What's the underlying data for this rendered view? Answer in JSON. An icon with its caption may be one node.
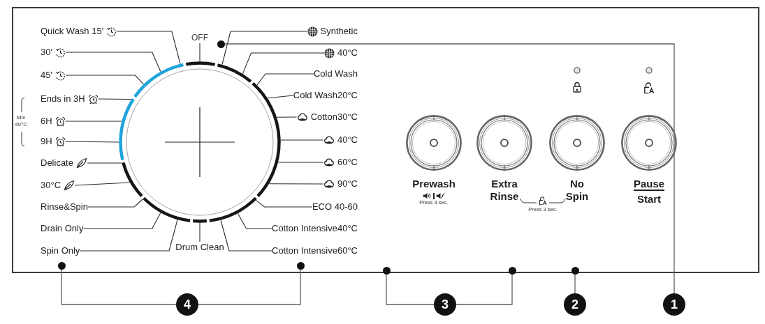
{
  "diagram": {
    "nodes": [
      {
        "text": [
          "Quick Wash 15′"
        ]
      },
      {
        "text": [
          "30′"
        ]
      },
      {
        "text": [
          "45′"
        ]
      },
      {
        "text": [
          "Ends in 3H"
        ]
      },
      {
        "text": [
          "6H"
        ]
      },
      {
        "text": [
          "9H"
        ]
      },
      {
        "text": [
          "Delicate"
        ]
      },
      {
        "text": [
          "30°C"
        ]
      },
      {
        "text": [
          "Rinse&Spin"
        ]
      },
      {
        "text": [
          "Drain Only"
        ]
      },
      {
        "text": [
          "Spin Only"
        ]
      },
      {
        "text": [
          "OFF"
        ]
      },
      {
        "text": [],
        "shape": "circle"
      },
      {
        "text": [
          "Drum Clean"
        ]
      },
      {
        "text": [
          "Synthetic"
        ]
      },
      {
        "text": [
          "40°C"
        ]
      },
      {
        "text": [
          "Cold Wash"
        ]
      },
      {
        "text": [
          "Cold Wash20°C"
        ]
      },
      {
        "text": [
          "Cotton30°C"
        ]
      },
      {
        "text": [
          "40°C"
        ]
      },
      {
        "text": [
          "60°C"
        ]
      },
      {
        "text": [
          "90°C"
        ]
      },
      {
        "text": [
          "ECO 40-60"
        ]
      },
      {
        "text": [
          "Cotton Intensive40°C"
        ]
      },
      {
        "text": [
          "Cotton Intensive60°C"
        ]
      },
      {
        "text": [
          "Prewash"
        ],
        "beside": [
          "Press 3 sec."
        ]
      },
      {
        "text": [
          "Extra Rinse"
        ]
      },
      {
        "text": [
          "No Spin"
        ]
      },
      {
        "text": [
          "Pause",
          "Start"
        ]
      },
      {
        "text": [
          "4"
        ]
      },
      {
        "text": [
          "3"
        ]
      },
      {
        "text": [
          "2"
        ]
      },
      {
        "text": [
          "1"
        ]
      },
      {
        "text": [],
        "shape": "dot"
      },
      {
        "text": [],
        "shape": "dot"
      },
      {
        "text": [],
        "shape": "dot"
      },
      {
        "text": [],
        "shape": "dot"
      },
      {
        "text": [],
        "shape": "dot"
      },
      {
        "text": [],
        "shape": "dot"
      }
    ],
    "edges": [
      {
        "from": 0,
        "to": 12,
        "arrow": "none"
      },
      {
        "from": 1,
        "to": 12,
        "arrow": "none"
      },
      {
        "from": 2,
        "to": 12,
        "arrow": "none"
      },
      {
        "from": 3,
        "to": 12,
        "arrow": "none"
      },
      {
        "from": 4,
        "to": 12,
        "arrow": "none"
      },
      {
        "from": 5,
        "to": 12,
        "arrow": "none"
      },
      {
        "from": 6,
        "to": 12,
        "arrow": "none"
      },
      {
        "from": 7,
        "to": 12,
        "arrow": "none"
      },
      {
        "from": 8,
        "to": 12,
        "arrow": "none"
      },
      {
        "from": 9,
        "to": 12,
        "arrow": "none"
      },
      {
        "from": 10,
        "to": 12,
        "arrow": "none"
      },
      {
        "from": 11,
        "to": 12,
        "arrow": "none"
      },
      {
        "from": 13,
        "to": 12,
        "arrow": "none"
      },
      {
        "from": 14,
        "to": 12,
        "arrow": "none"
      },
      {
        "from": 15,
        "to": 12,
        "arrow": "none"
      },
      {
        "from": 16,
        "to": 12,
        "arrow": "none"
      },
      {
        "from": 17,
        "to": 12,
        "arrow": "none"
      },
      {
        "from": 18,
        "to": 12,
        "arrow": "none"
      },
      {
        "from": 19,
        "to": 12,
        "arrow": "none"
      },
      {
        "from": 20,
        "to": 12,
        "arrow": "none"
      },
      {
        "from": 21,
        "to": 12,
        "arrow": "none"
      },
      {
        "from": 22,
        "to": 12,
        "arrow": "none"
      },
      {
        "from": 23,
        "to": 12,
        "arrow": "none"
      },
      {
        "from": 24,
        "to": 12,
        "arrow": "none"
      },
      {
        "from": 29,
        "to": 33,
        "arrow": "none"
      },
      {
        "from": 29,
        "to": 35,
        "arrow": "none"
      },
      {
        "from": 30,
        "to": 36,
        "arrow": "none"
      },
      {
        "from": 30,
        "to": 37,
        "arrow": "none"
      },
      {
        "from": 31,
        "to": 38,
        "arrow": "none"
      },
      {
        "from": 32,
        "to": 34,
        "arrow": "none"
      }
    ],
    "labels": [
      "Mix 40°C",
      "Press 3 sec."
    ]
  }
}
